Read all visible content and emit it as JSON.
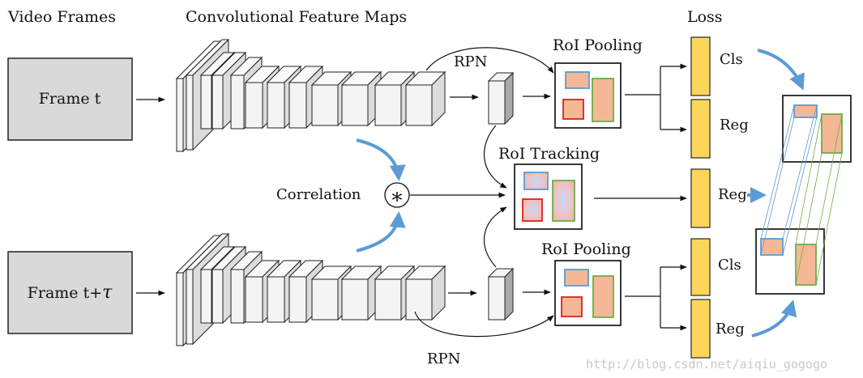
{
  "headers": {
    "video_frames": "Video Frames",
    "feature_maps": "Convolutional Feature Maps",
    "loss": "Loss"
  },
  "frames": {
    "top": "Frame t",
    "bottom_prefix": "Frame t+",
    "bottom_symbol": "τ"
  },
  "rpn": {
    "top": "RPN",
    "bottom": "RPN"
  },
  "roi": {
    "pooling_top": "RoI Pooling",
    "tracking": "RoI Tracking",
    "pooling_bottom": "RoI Pooling"
  },
  "correlation": {
    "label": "Correlation",
    "symbol": "∗"
  },
  "loss_items": {
    "cls_top": "Cls",
    "reg_top": "Reg",
    "reg_mid": "Reg",
    "cls_bottom": "Cls",
    "reg_bottom": "Reg"
  },
  "watermark": "http://blog.csdn.net/aiqiu_gogogo",
  "colors": {
    "frame_fill": "#d9d9d9",
    "loss_bar": "#fcd65a",
    "curve_blue": "#5b9bd5",
    "box_blue": "#5b9bd5",
    "box_red": "#e02020",
    "box_green": "#70ad47",
    "box_salmon": "#f4b896"
  }
}
